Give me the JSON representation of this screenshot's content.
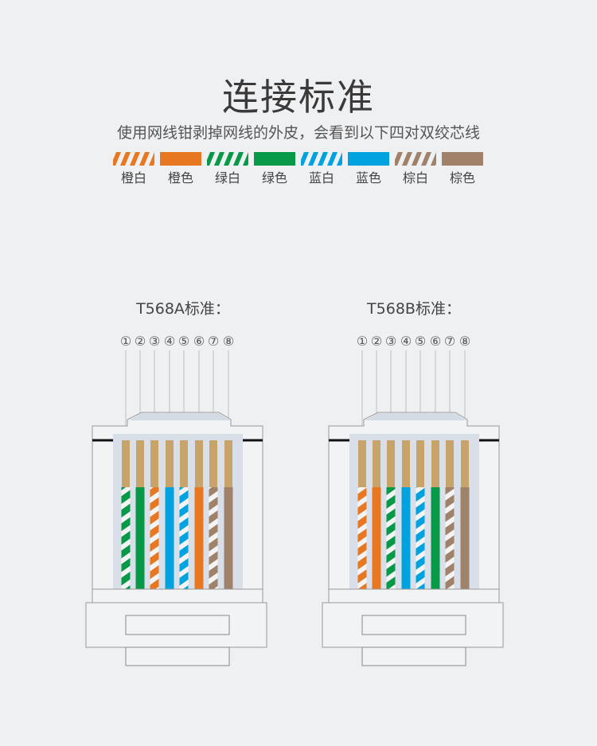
{
  "header": {
    "title": "连接标准",
    "subtitle": "使用网线钳剥掉网线的外皮，会看到以下四对双绞芯线"
  },
  "colors": {
    "orange": "#e87722",
    "green": "#079848",
    "blue": "#00a3e0",
    "brown": "#a0826a",
    "pin": "#c8a46a"
  },
  "legend": [
    {
      "label": "橙白",
      "color": "orange",
      "striped": true
    },
    {
      "label": "橙色",
      "color": "orange",
      "striped": false
    },
    {
      "label": "绿白",
      "color": "green",
      "striped": true
    },
    {
      "label": "绿色",
      "color": "green",
      "striped": false
    },
    {
      "label": "蓝白",
      "color": "blue",
      "striped": true
    },
    {
      "label": "蓝色",
      "color": "blue",
      "striped": false
    },
    {
      "label": "棕白",
      "color": "brown",
      "striped": true
    },
    {
      "label": "棕色",
      "color": "brown",
      "striped": false
    }
  ],
  "standards": [
    {
      "title": "T568A标准：",
      "pin_numbers": [
        "①",
        "②",
        "③",
        "④",
        "⑤",
        "⑥",
        "⑦",
        "⑧"
      ],
      "wires": [
        "green-white",
        "green",
        "orange-white",
        "blue",
        "blue-white",
        "orange",
        "brown-white",
        "brown"
      ]
    },
    {
      "title": "T568B标准：",
      "pin_numbers": [
        "①",
        "②",
        "③",
        "④",
        "⑤",
        "⑥",
        "⑦",
        "⑧"
      ],
      "wires": [
        "orange-white",
        "orange",
        "green-white",
        "blue",
        "blue-white",
        "green",
        "brown-white",
        "brown"
      ]
    }
  ]
}
